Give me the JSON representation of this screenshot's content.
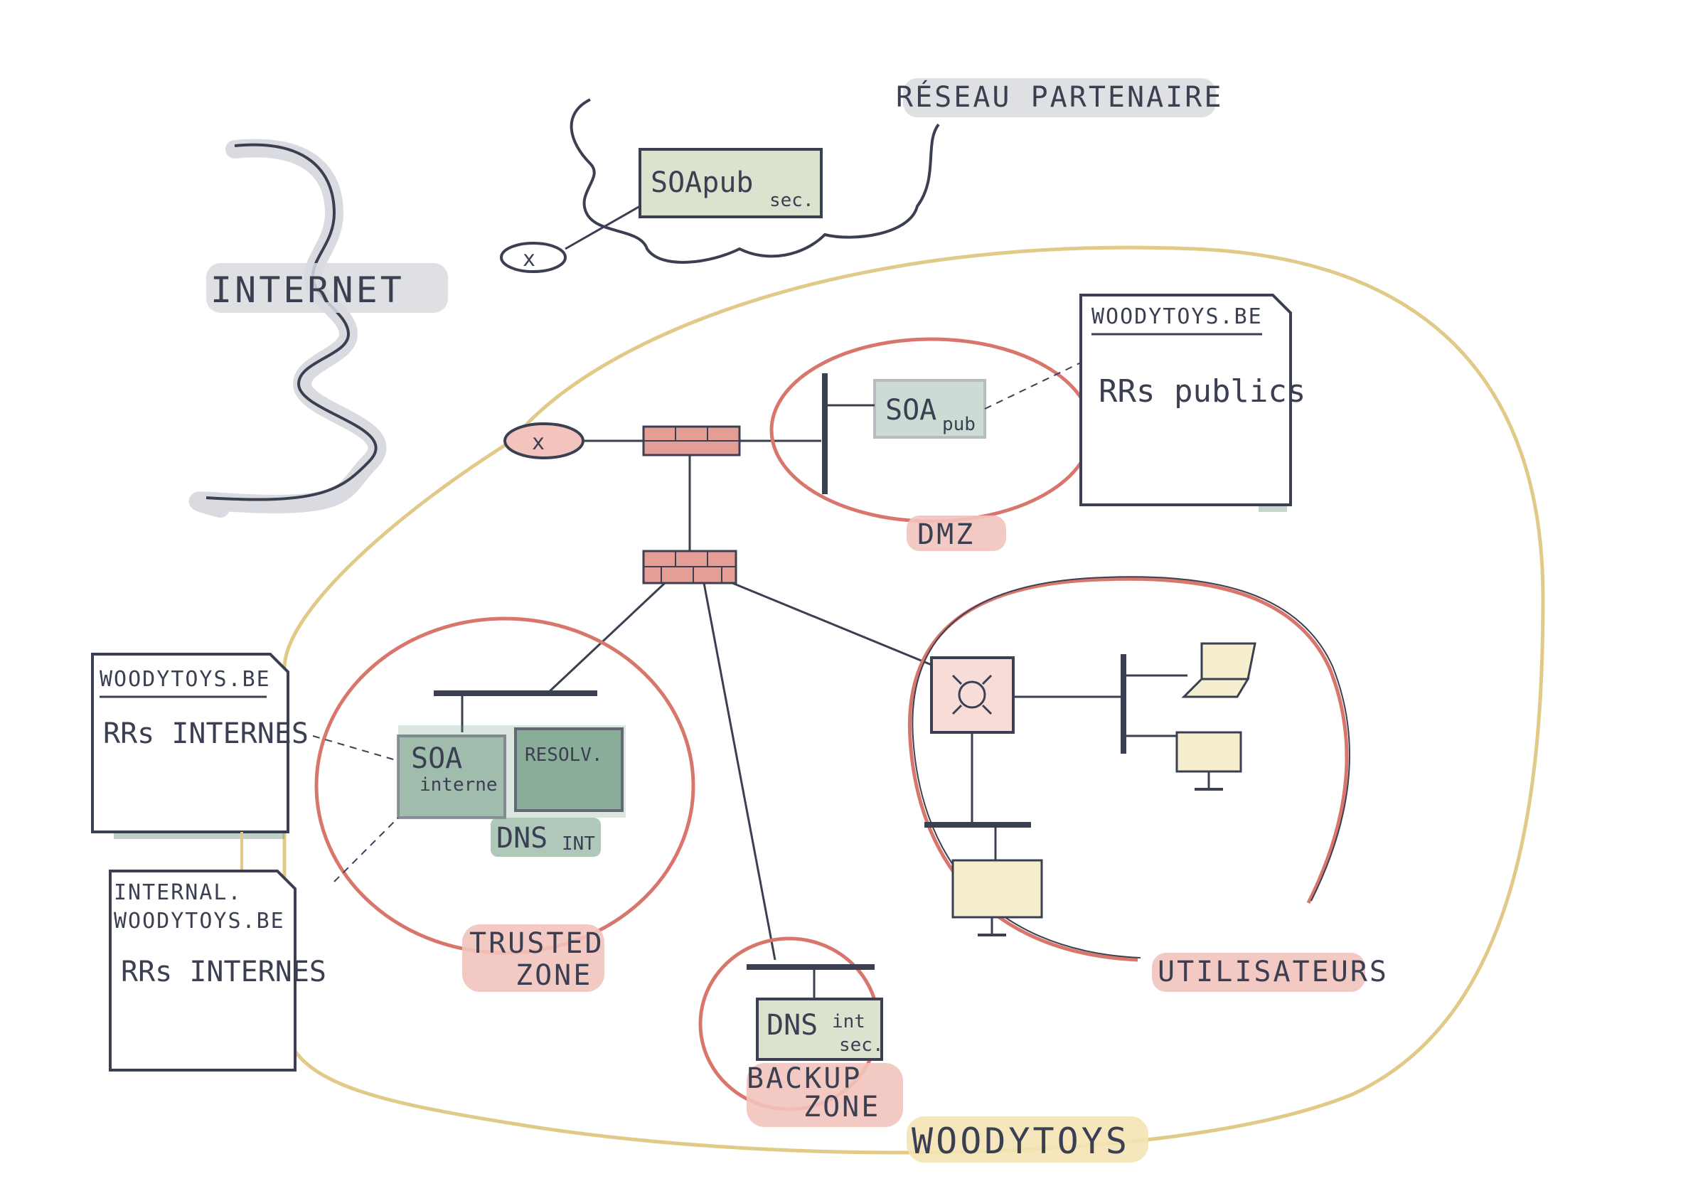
{
  "labels": {
    "partner_network": "RÉSEAU PARTENAIRE",
    "internet": "INTERNET",
    "dmz": "DMZ",
    "trusted_zone_line1": "TRUSTED",
    "trusted_zone_line2": "ZONE",
    "backup_zone_line1": "BACKUP",
    "backup_zone_line2": "ZONE",
    "users_zone": "UTILISATEURS",
    "organization": "WOODYTOYS"
  },
  "servers": {
    "soa_pub_sec": {
      "main": "SOApub",
      "sub": "sec."
    },
    "soa_pub": {
      "main": "SOA",
      "sub": "pub"
    },
    "soa_interne": {
      "main": "SOA",
      "sub": "interne"
    },
    "resolver": {
      "main": "RESOLV."
    },
    "dns_int_group": {
      "main": "DNS",
      "sub": "INT"
    },
    "dns_int_sec": {
      "main": "DNS",
      "sub1": "int",
      "sub2": "sec."
    }
  },
  "documents": {
    "public_zone": {
      "title": "WOODYTOYS.BE",
      "body": "RRs publics"
    },
    "internal_zone": {
      "title": "WOODYTOYS.BE",
      "body": "RRs INTERNES"
    },
    "internal_subzone": {
      "title1": "INTERNAL.",
      "title2": "WOODYTOYS.BE",
      "body": "RRs INTERNES"
    }
  },
  "colors": {
    "ink": "#3b3f52",
    "red_zone": "#d9766c",
    "red_highlight": "#f2c4bd",
    "firewall": "#e59e95",
    "server_fill_light": "#dbe3cf",
    "server_fill_dark": "#6f9a82",
    "yellow_boundary": "#e1c987",
    "yellow_highlight": "#f4e4b4",
    "gray_highlight": "#d9dadf",
    "router_fill": "#f7dcd8",
    "device_fill": "#f6efcf"
  }
}
